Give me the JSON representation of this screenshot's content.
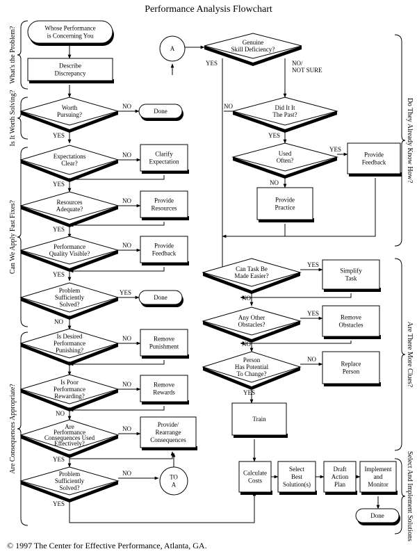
{
  "title": "Performance Analysis Flowchart",
  "footer": "© 1997 The Center for Effective Performance, Atlanta, GA.",
  "sections": [
    "What's the Problem?",
    "Is It Worth Solving?",
    "Can We Apply Fast Fixes?",
    "Are Consequences Appropriate?",
    "Do They Already Know How?",
    "Are There More Clues?",
    "Select And Implement Solutions"
  ],
  "labels": {
    "yes": "YES",
    "no": "NO",
    "no_not_sure": [
      "NO/",
      "NOT SURE"
    ]
  },
  "nodes": {
    "concern": [
      "Whose Performance",
      "is Concerning You"
    ],
    "describe": [
      "Describe",
      "Discrepancy"
    ],
    "worth": [
      "Worth",
      "Pursuing?"
    ],
    "done1": [
      "Done"
    ],
    "expect": [
      "Expectations",
      "Clear?"
    ],
    "clarify": [
      "Clarify",
      "Expectation"
    ],
    "resources": [
      "Resources",
      "Adequate?"
    ],
    "provide_res": [
      "Provide",
      "Resources"
    ],
    "quality": [
      "Performance",
      "Quality Visible?"
    ],
    "provide_fb1": [
      "Provide",
      "Feedback"
    ],
    "solved1": [
      "Problem",
      "Sufficiently",
      "Solved?"
    ],
    "done2": [
      "Done"
    ],
    "desired": [
      "Is Desired",
      "Performance",
      "Punishing?"
    ],
    "remove_pun": [
      "Remove",
      "Punishment"
    ],
    "poor": [
      "Is Poor",
      "Performance",
      "Rewarding?"
    ],
    "remove_rew": [
      "Remove",
      "Rewards"
    ],
    "conseq": [
      "Are",
      "Performance",
      "Consequences Used",
      "Effectively?"
    ],
    "rearrange": [
      "Provide/",
      "Rearrange",
      "Consequences"
    ],
    "solved2": [
      "Problem",
      "Sufficiently",
      "Solved?"
    ],
    "to_a": [
      "TO",
      "A"
    ],
    "a": [
      "A"
    ],
    "genuine": [
      "Genuine",
      "Skill Deficiency?"
    ],
    "did_past": [
      "Did It It",
      "The Past?"
    ],
    "used": [
      "Used",
      "Often?"
    ],
    "provide_fb2": [
      "Provide",
      "Feedback"
    ],
    "practice": [
      "Provide",
      "Practice"
    ],
    "easier": [
      "Can Task Be",
      "Made Easier?"
    ],
    "simplify": [
      "Simplify",
      "Task"
    ],
    "obstacles": [
      "Any Other",
      "Obstacles?"
    ],
    "remove_obs": [
      "Remove",
      "Obstacles"
    ],
    "potential": [
      "Person",
      "Has Potential",
      "To Change?"
    ],
    "replace": [
      "Replace",
      "Person"
    ],
    "train": [
      "Train"
    ],
    "costs": [
      "Calculate",
      "Costs"
    ],
    "select": [
      "Select",
      "Best",
      "Solution(s)"
    ],
    "draft": [
      "Draft",
      "Action",
      "Plan"
    ],
    "implement": [
      "Implement",
      "and",
      "Monitor"
    ],
    "done3": [
      "Done"
    ]
  }
}
